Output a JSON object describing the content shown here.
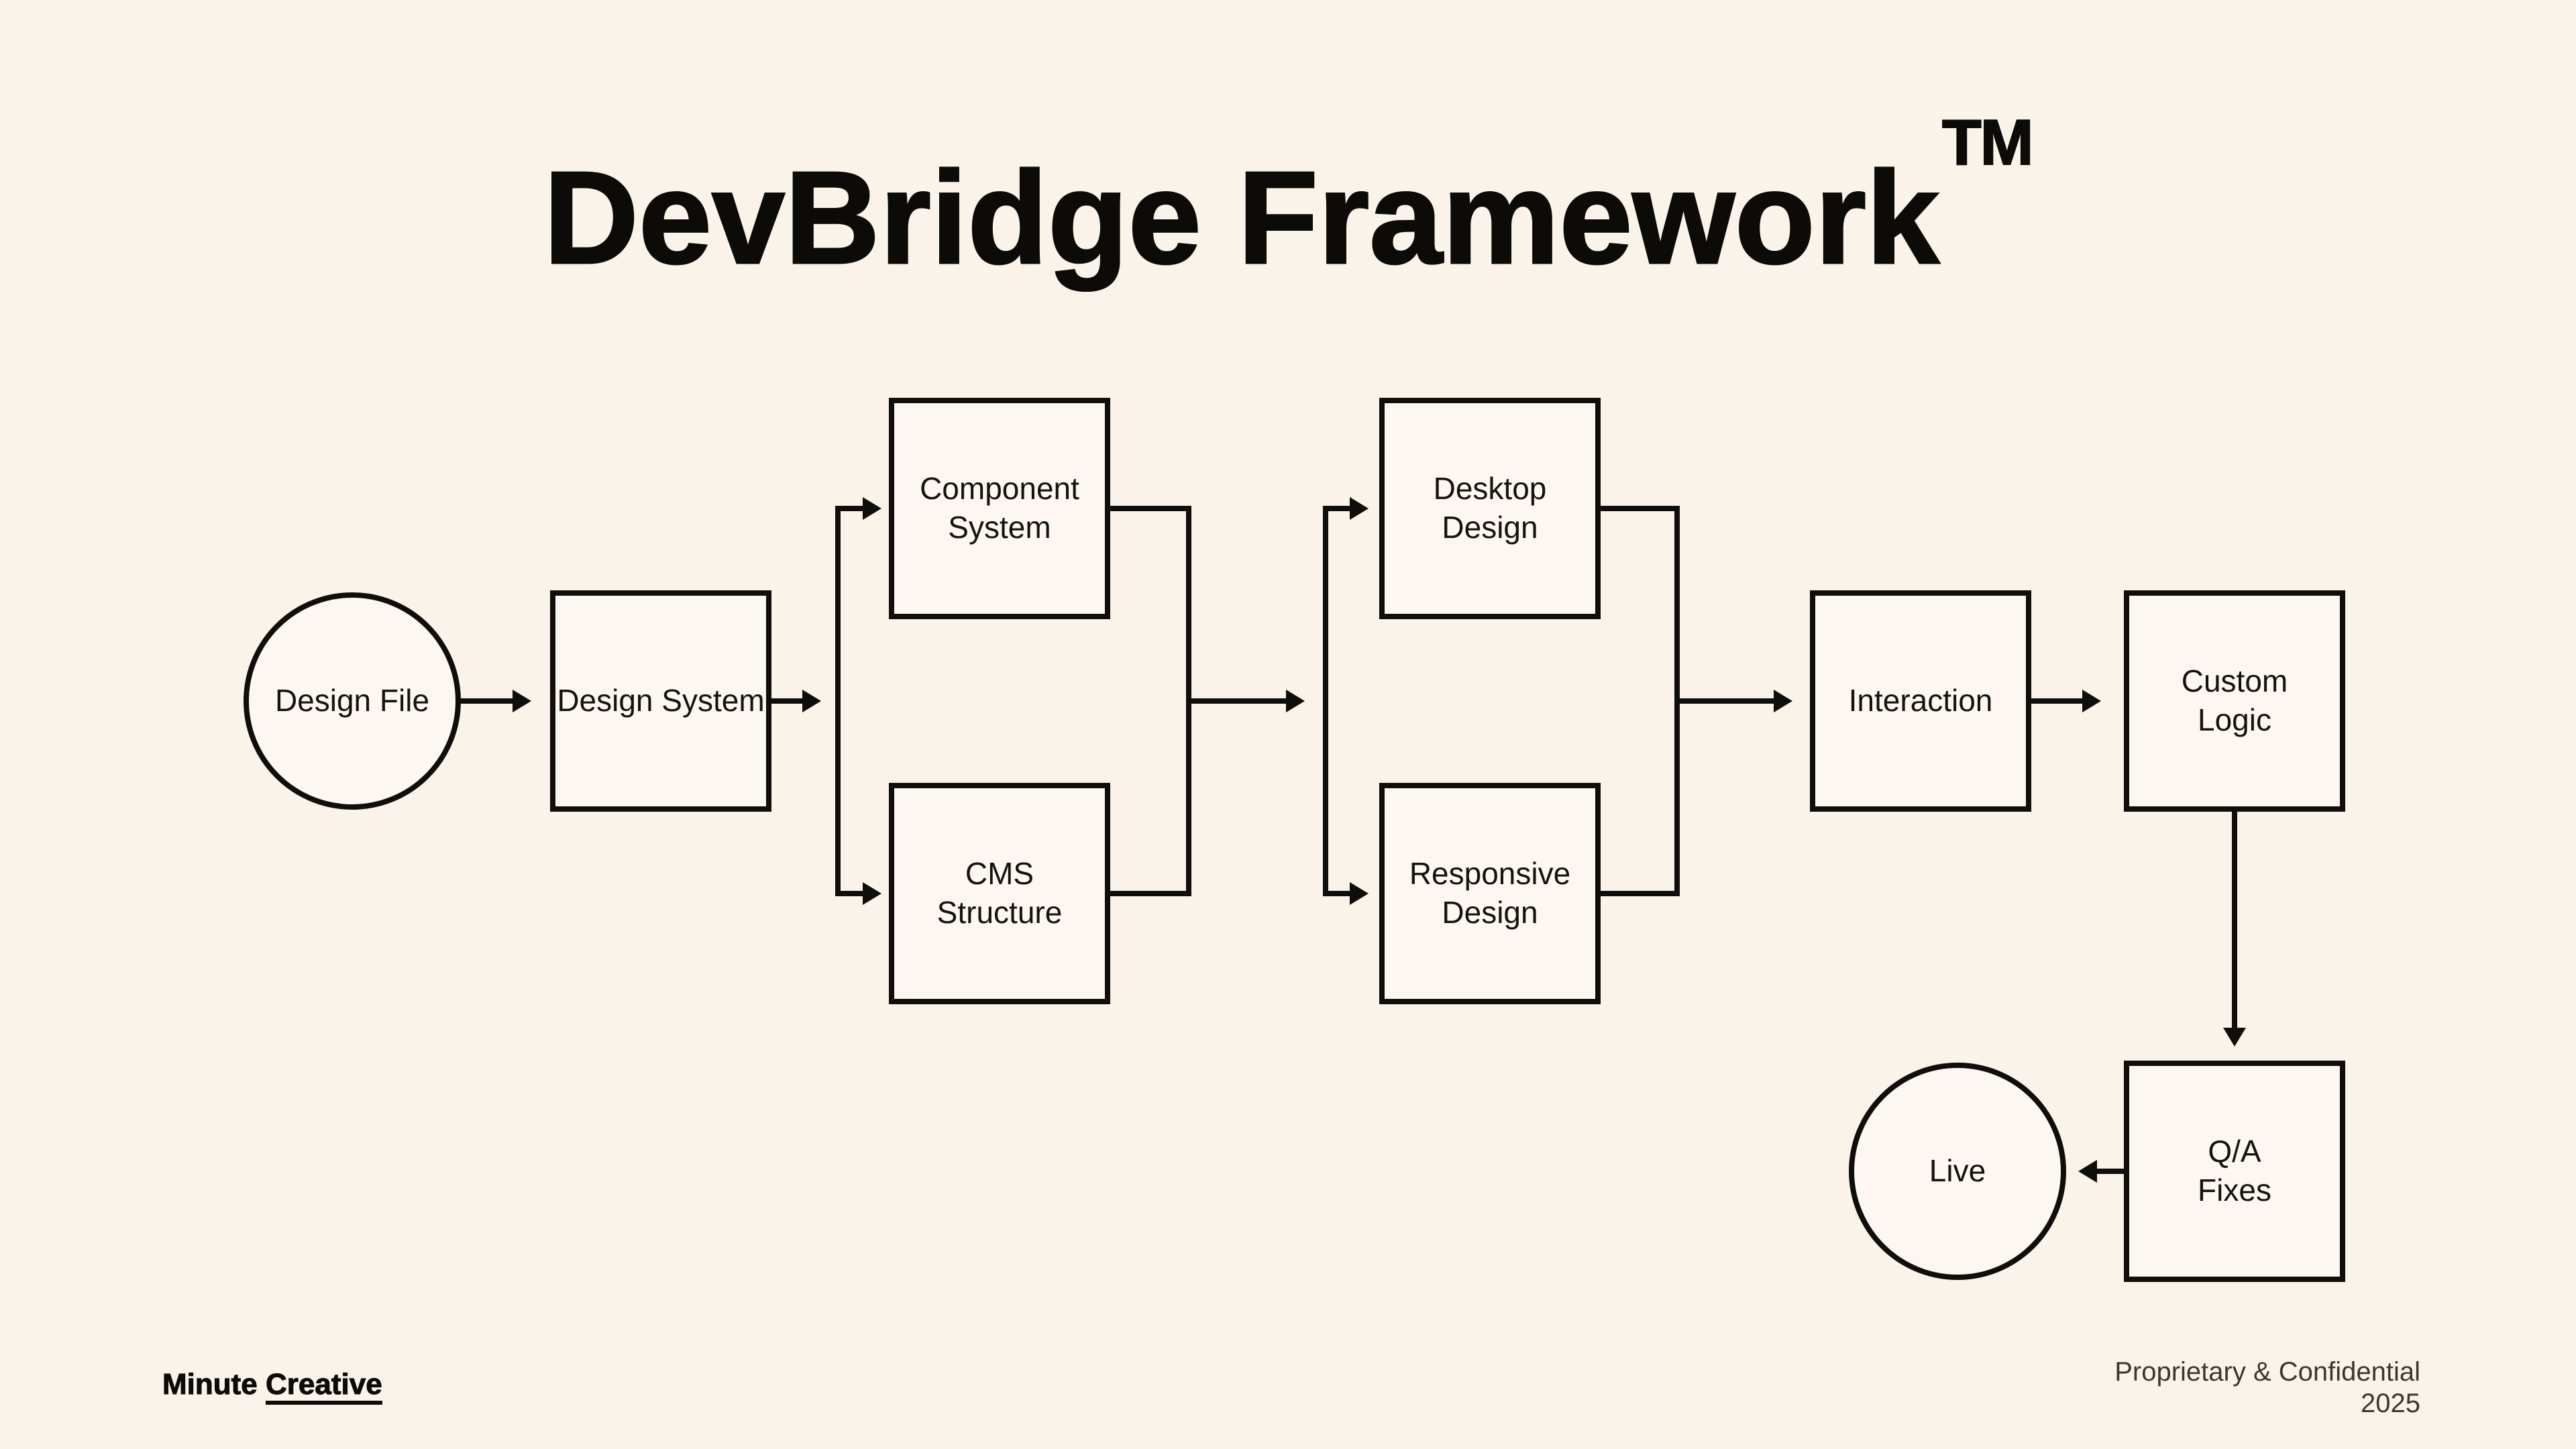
{
  "title": {
    "text": "DevBridge Framework",
    "trademark": "TM"
  },
  "nodes": {
    "design_file": {
      "label": "Design File",
      "shape": "circle"
    },
    "design_system": {
      "label": "Design System",
      "shape": "rect"
    },
    "component_system": {
      "label": "Component\nSystem",
      "shape": "rect"
    },
    "cms_structure": {
      "label": "CMS\nStructure",
      "shape": "rect"
    },
    "desktop_design": {
      "label": "Desktop\nDesign",
      "shape": "rect"
    },
    "responsive_design": {
      "label": "Responsive\nDesign",
      "shape": "rect"
    },
    "interaction": {
      "label": "Interaction",
      "shape": "rect"
    },
    "custom_logic": {
      "label": "Custom\nLogic",
      "shape": "rect"
    },
    "qa_fixes": {
      "label": "Q/A\nFixes",
      "shape": "rect"
    },
    "live": {
      "label": "Live",
      "shape": "circle"
    }
  },
  "edges": [
    [
      "design_file",
      "design_system"
    ],
    [
      "design_system",
      "component_system"
    ],
    [
      "design_system",
      "cms_structure"
    ],
    [
      "component_system",
      "desktop_design"
    ],
    [
      "component_system",
      "responsive_design"
    ],
    [
      "cms_structure",
      "desktop_design"
    ],
    [
      "cms_structure",
      "responsive_design"
    ],
    [
      "desktop_design",
      "interaction"
    ],
    [
      "responsive_design",
      "interaction"
    ],
    [
      "interaction",
      "custom_logic"
    ],
    [
      "custom_logic",
      "qa_fixes"
    ],
    [
      "qa_fixes",
      "live"
    ]
  ],
  "footer": {
    "brand": {
      "word1": "Minute",
      "word2": "Creative"
    },
    "note": {
      "line1": "Proprietary & Confidential",
      "line2": "2025"
    }
  },
  "colors": {
    "background": "#FAF3EA",
    "ink": "#100E0B",
    "node_fill": "#FCF7F0",
    "footnote_text": "#3B3733"
  }
}
